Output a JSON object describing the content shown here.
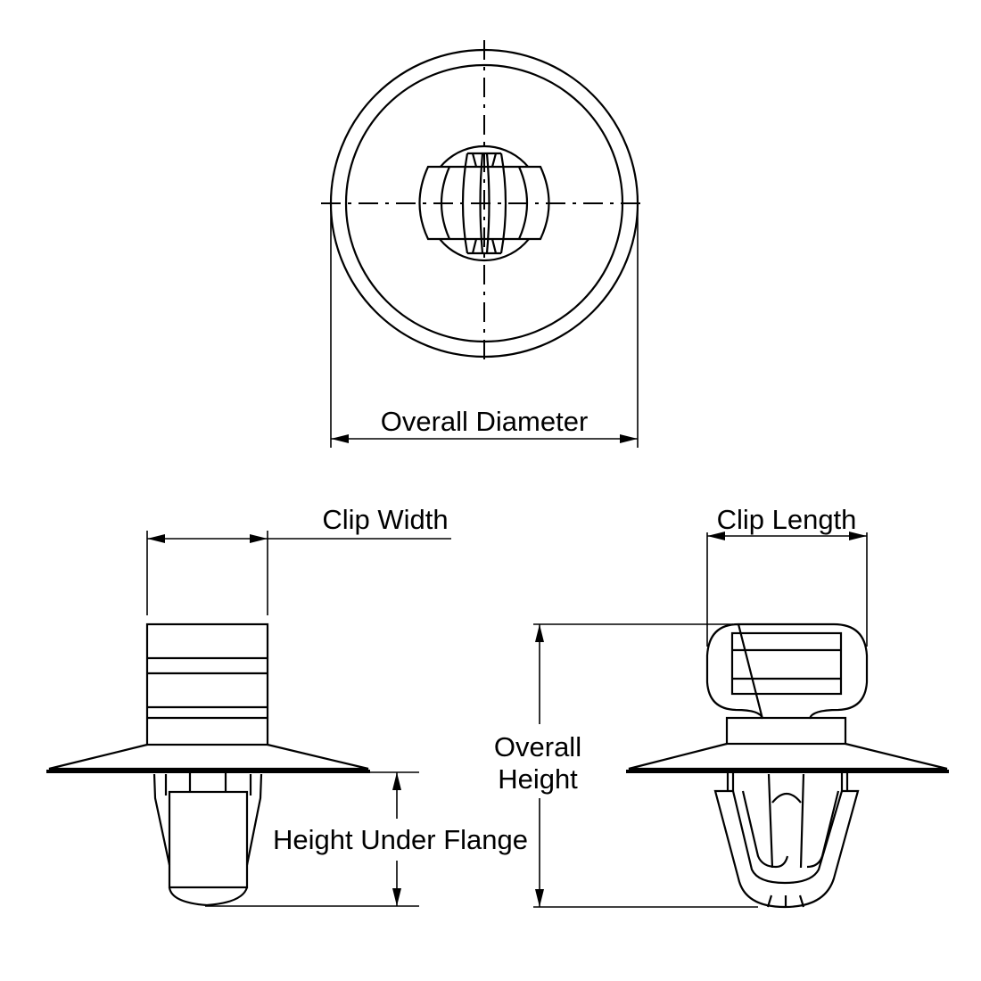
{
  "title": "Push clip dimension drawing",
  "views": {
    "top": {
      "dimension_label": "Overall Diameter"
    },
    "side": {
      "width_label": "Clip Width",
      "height_label": "Height Under Flange"
    },
    "front": {
      "length_label": "Clip Length",
      "height_label_line1": "Overall",
      "height_label_line2": "Height"
    }
  },
  "colors": {
    "line": "#000000",
    "background": "#ffffff"
  }
}
